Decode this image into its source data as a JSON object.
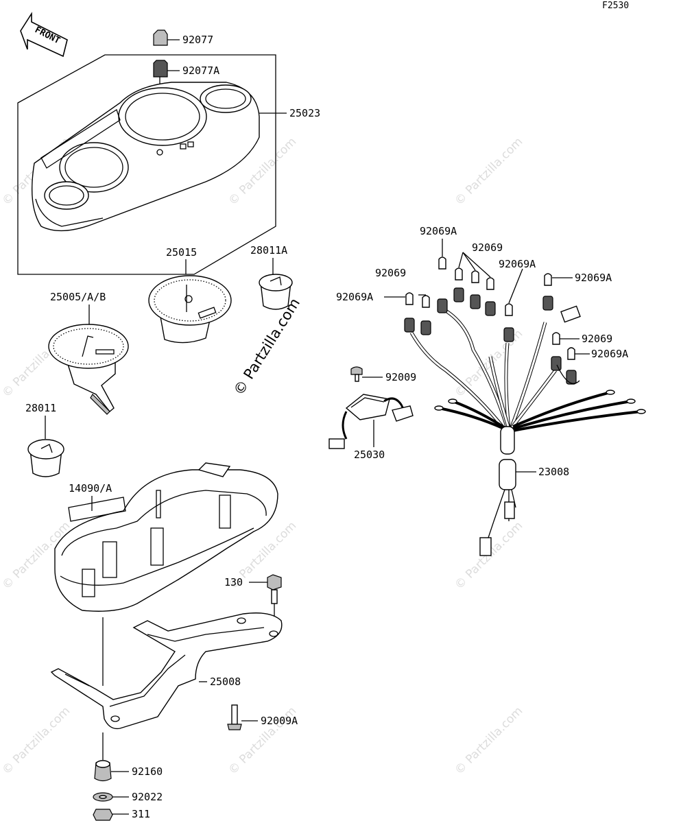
{
  "figure_code": "F2530",
  "front_label": "FRONT",
  "watermark": "© Partzilla.com",
  "watermark_small": "© Partzilla.com",
  "parts": {
    "p92077": "92077",
    "p92077A": "92077A",
    "p25023": "25023",
    "p25015": "25015",
    "p28011A": "28011A",
    "p25005": "25005/A/B",
    "p28011": "28011",
    "p14090": "14090/A",
    "p130": "130",
    "p25008": "25008",
    "p92009A": "92009A",
    "p92160": "92160",
    "p92022": "92022",
    "p311": "311",
    "p92069A_top": "92069A",
    "p92069_top": "92069",
    "p92069_left": "92069",
    "p92069A_mid": "92069A",
    "p92069A_right": "92069A",
    "p92069A_left": "92069A",
    "p92069_right": "92069",
    "p92069A_right2": "92069A",
    "p92009": "92009",
    "p25030": "25030",
    "p23008": "23008"
  }
}
